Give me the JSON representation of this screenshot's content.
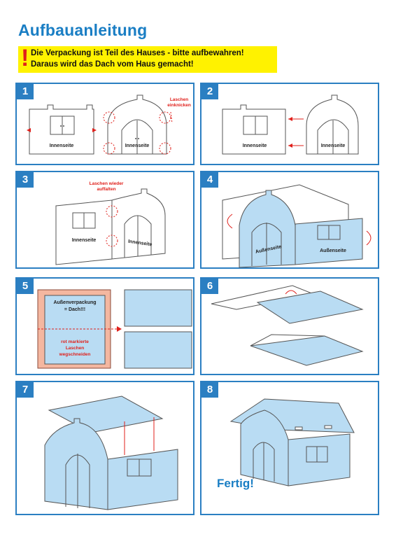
{
  "title": "Aufbauanleitung",
  "warning": {
    "icon": "!",
    "line1": "Die Verpackung ist Teil des Hauses - bitte aufbewahren!",
    "line2": "Daraus wird das Dach vom Haus gemacht!"
  },
  "steps": [
    {
      "number": "1",
      "labels": [
        "Innenseite",
        "Innenseite"
      ],
      "note": [
        "Laschen",
        "einknicken"
      ]
    },
    {
      "number": "2",
      "labels": [
        "Innenseite",
        "Innenseite"
      ]
    },
    {
      "number": "3",
      "labels": [
        "Innenseite",
        "Innenseite"
      ],
      "note": [
        "Laschen wieder",
        "auffalten"
      ]
    },
    {
      "number": "4",
      "labels": [
        "Außenseite",
        "Außenseite"
      ]
    },
    {
      "number": "5",
      "label": [
        "Außenverpackung",
        "= Dach!!!"
      ],
      "note": [
        "rot markierte",
        "Laschen",
        "wegschneiden"
      ]
    },
    {
      "number": "6"
    },
    {
      "number": "7"
    },
    {
      "number": "8",
      "final": "Fertig!"
    }
  ],
  "colors": {
    "accent": "#1a7ec4",
    "warning": "#fff200",
    "alert": "#e0201b",
    "panel_fill": "#b9dcf3",
    "box_fill": "#f4b7a0"
  }
}
